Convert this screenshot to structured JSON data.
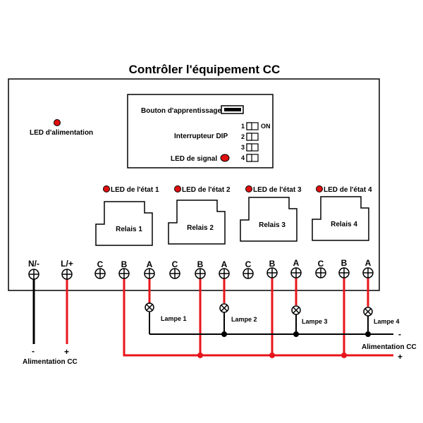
{
  "title": "Contrôler l'équipement CC",
  "learn_button": "Bouton d'apprentissage",
  "power_led": "LED d'alimentation",
  "dip_label": "Interrupteur DIP",
  "dip_on": "ON",
  "dip_numbers": [
    "1",
    "2",
    "3",
    "4"
  ],
  "signal_led": "LED de signal",
  "state_leds": [
    "LED de l'état 1",
    "LED de l'état 2",
    "LED de l'état 3",
    "LED de l'état 4"
  ],
  "relays": [
    "Relais 1",
    "Relais 2",
    "Relais 3",
    "Relais 4"
  ],
  "terminals": [
    "N/-",
    "L/+",
    "C",
    "B",
    "A",
    "C",
    "B",
    "A",
    "C",
    "B",
    "A",
    "C",
    "B",
    "A"
  ],
  "lamps": [
    "Lampe 1",
    "Lampe 2",
    "Lampe 3",
    "Lampe 4"
  ],
  "supply_left": {
    "minus": "-",
    "plus": "+",
    "label": "Alimentation CC"
  },
  "supply_right": {
    "minus": "-",
    "plus": "+",
    "label": "Alimentation CC"
  },
  "colors": {
    "wire_red": "#e8141b",
    "wire_black": "#000000",
    "led_red": "#e01010"
  }
}
